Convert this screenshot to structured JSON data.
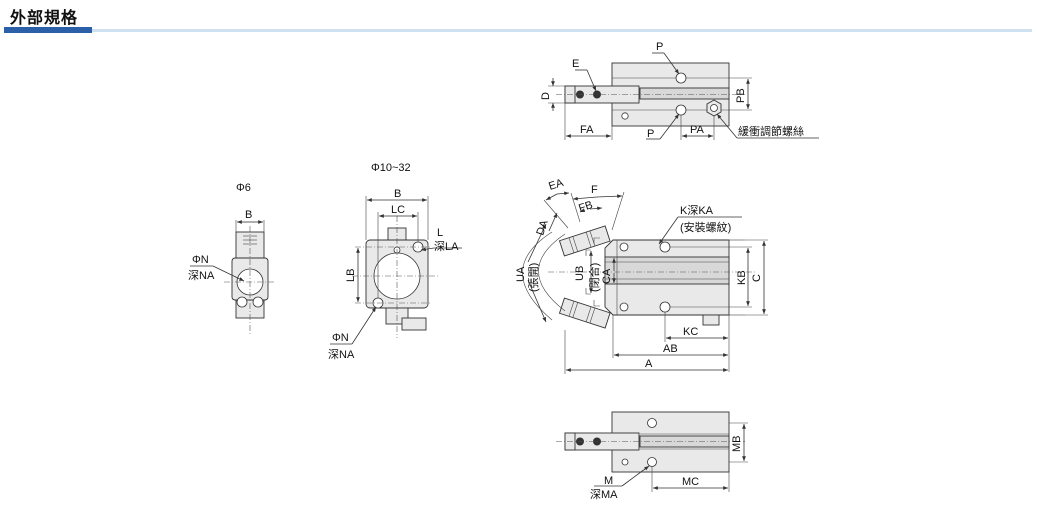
{
  "header": {
    "title": "外部規格",
    "accent_color": "#2b5fa8",
    "rule_color": "#cfe0f1"
  },
  "views": {
    "top": {
      "E": "E",
      "P1": "P",
      "D": "D",
      "FA": "FA",
      "P2": "P",
      "PA": "PA",
      "PB": "PB",
      "screw": "緩衝調節螺絲"
    },
    "phi6": {
      "title": "Φ6",
      "B": "B",
      "N": "ΦN",
      "NA": "深NA"
    },
    "phi10": {
      "title": "Φ10~32",
      "B": "B",
      "LC": "LC",
      "L": "L",
      "LA": "深LA",
      "LB": "LB",
      "N": "ΦN",
      "NA": "深NA"
    },
    "side": {
      "EA": "EA",
      "F": "F",
      "FB": "FB",
      "DA": "DA",
      "UA": "UA",
      "UA_note": "(張開)",
      "UB": "UB",
      "UB_note": "(閉合)",
      "CA": "CA",
      "K": "K深KA",
      "K_note": "(安裝螺紋)",
      "KB": "KB",
      "C": "C",
      "KC": "KC",
      "AB": "AB",
      "A": "A"
    },
    "bottom": {
      "MB": "MB",
      "M": "M",
      "MA": "深MA",
      "MC": "MC"
    }
  }
}
